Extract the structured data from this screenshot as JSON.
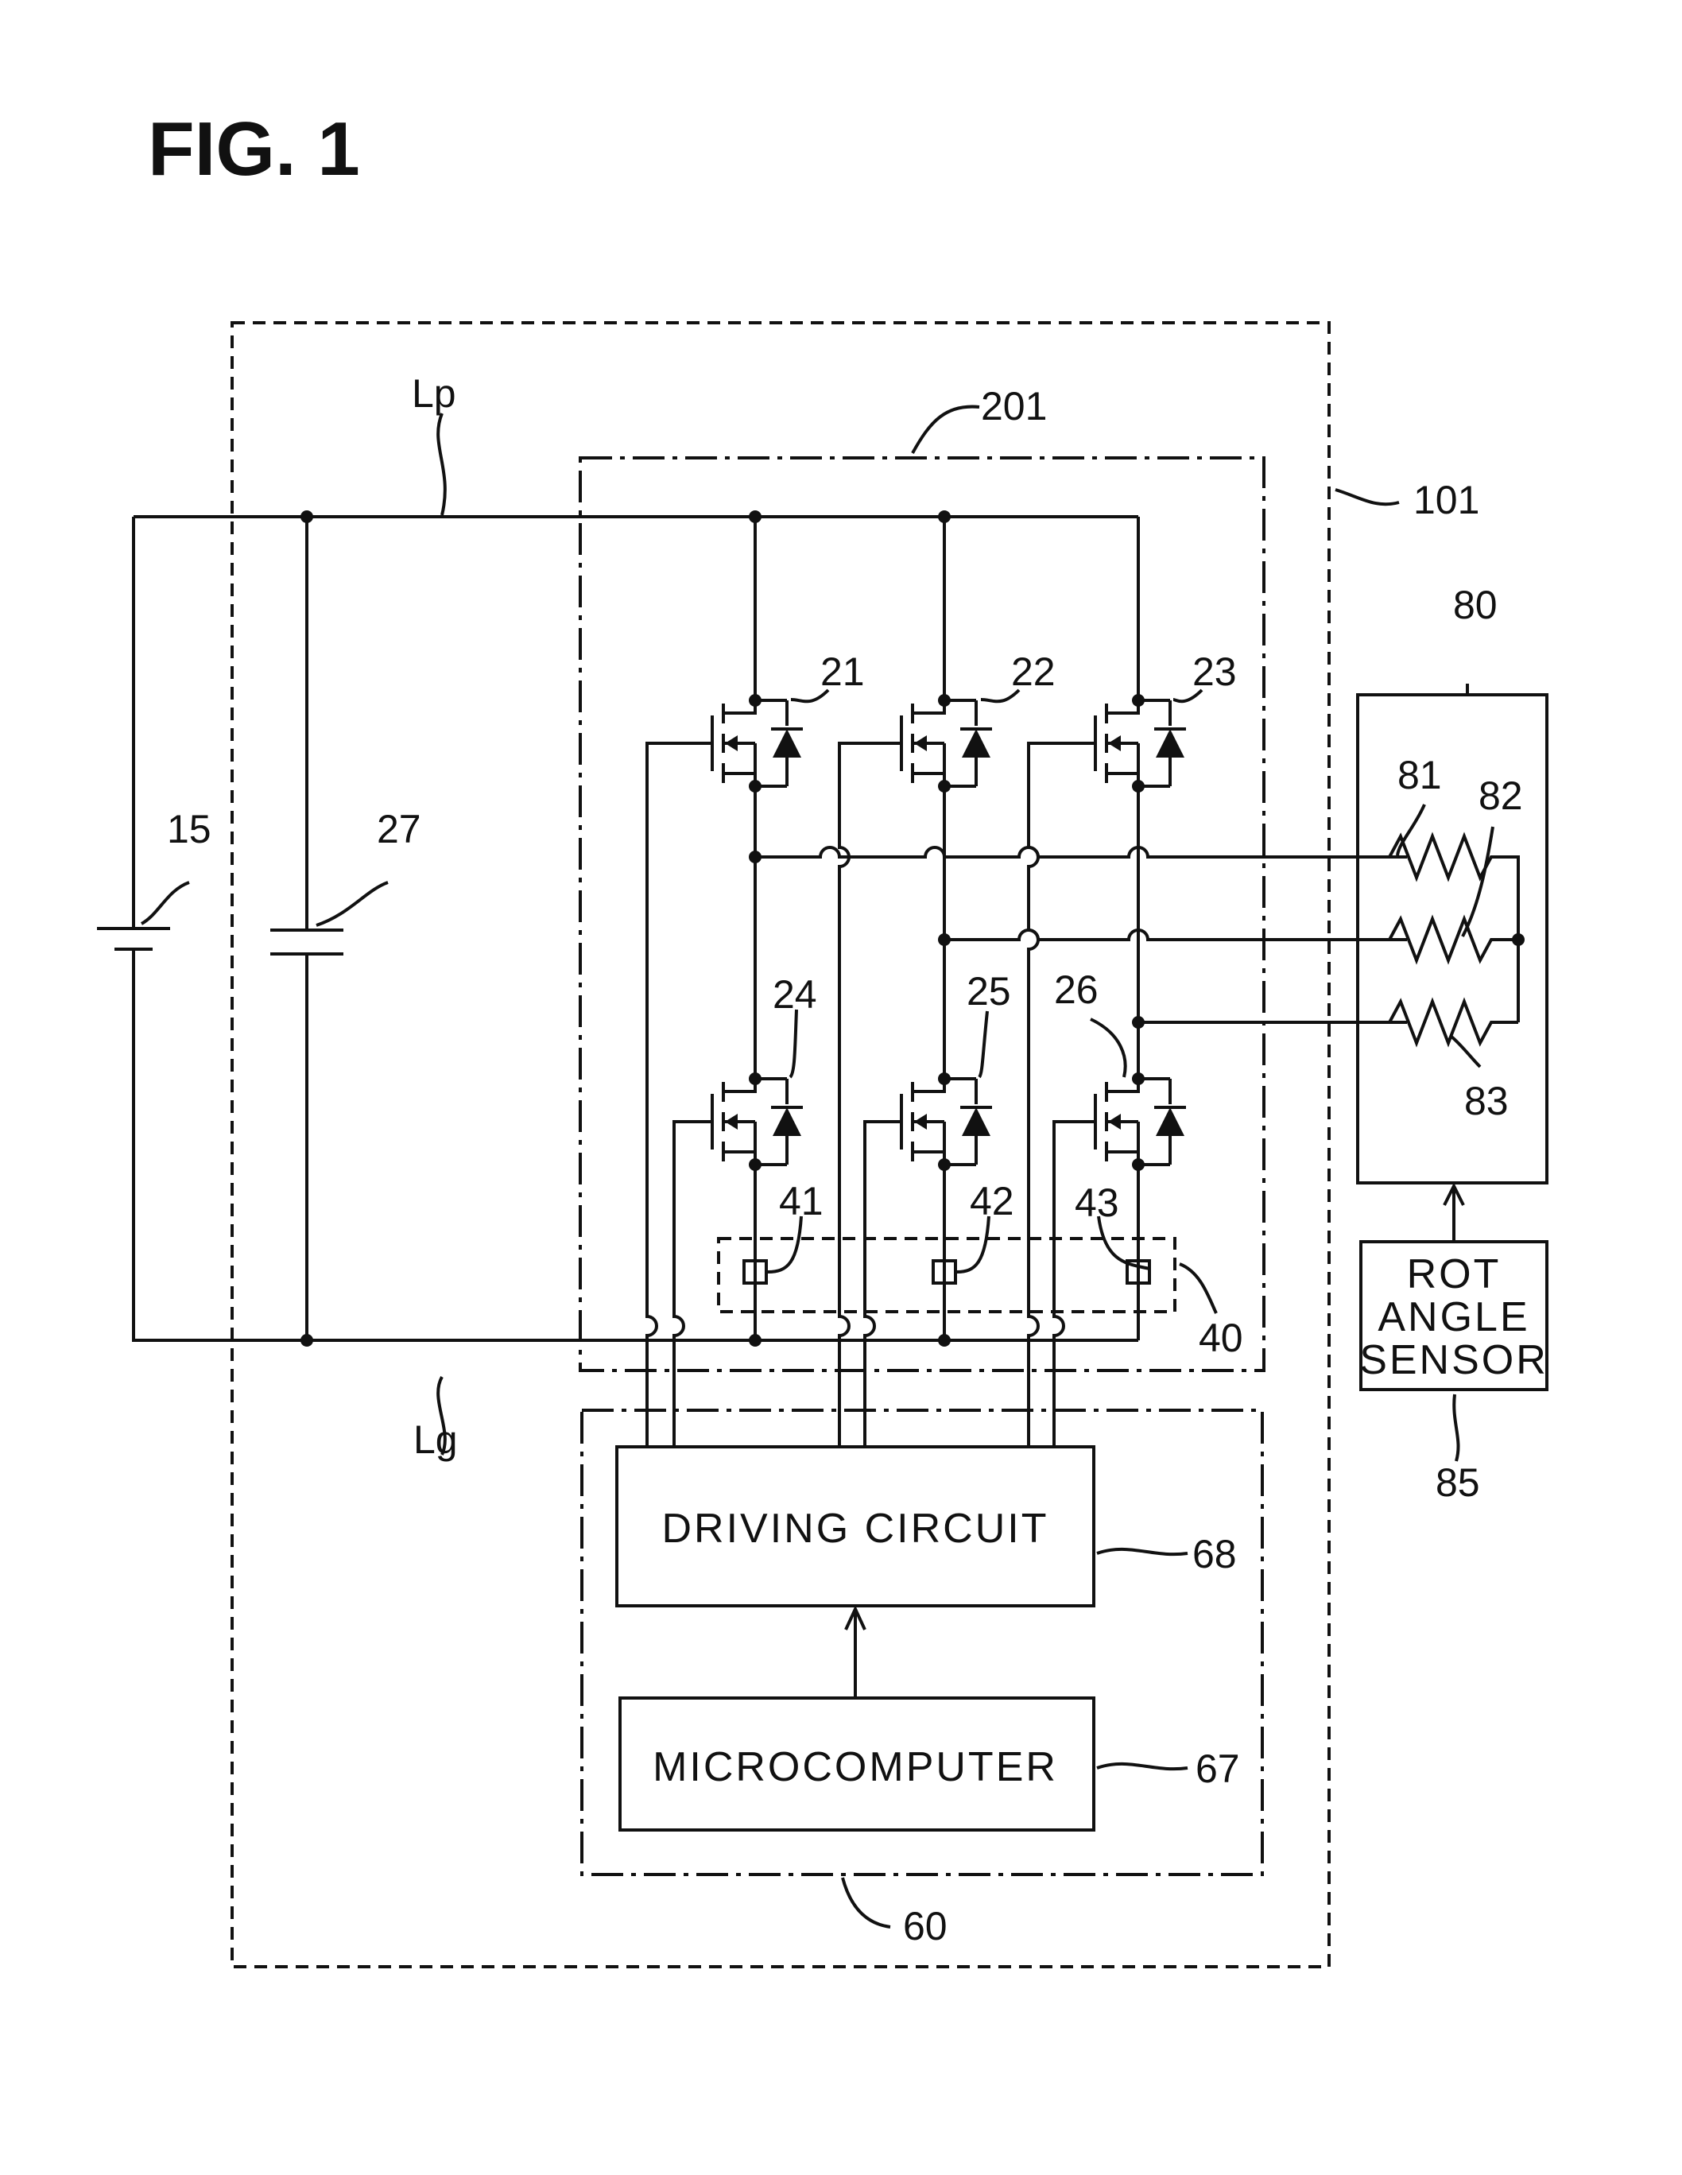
{
  "figure": {
    "title": "FIG. 1"
  },
  "labels": {
    "lp": "Lp",
    "lg": "Lg",
    "battery": "15",
    "capacitor": "27",
    "unit": "101",
    "inverter": "201",
    "control": "60",
    "sw_u_high": "21",
    "sw_v_high": "22",
    "sw_w_high": "23",
    "sw_u_low": "24",
    "sw_v_low": "25",
    "sw_w_low": "26",
    "sensor_u": "41",
    "sensor_v": "42",
    "sensor_w": "43",
    "current_sensor": "40",
    "motor": "80",
    "coil_u": "81",
    "coil_v": "82",
    "coil_w": "83",
    "angle_sensor": "85",
    "driver": "68",
    "micro": "67"
  },
  "blocks": {
    "driving_circuit": "DRIVING CIRCUIT",
    "microcomputer": "MICROCOMPUTER",
    "rot_angle_sensor": [
      "ROT",
      "ANGLE",
      "SENSOR"
    ]
  }
}
